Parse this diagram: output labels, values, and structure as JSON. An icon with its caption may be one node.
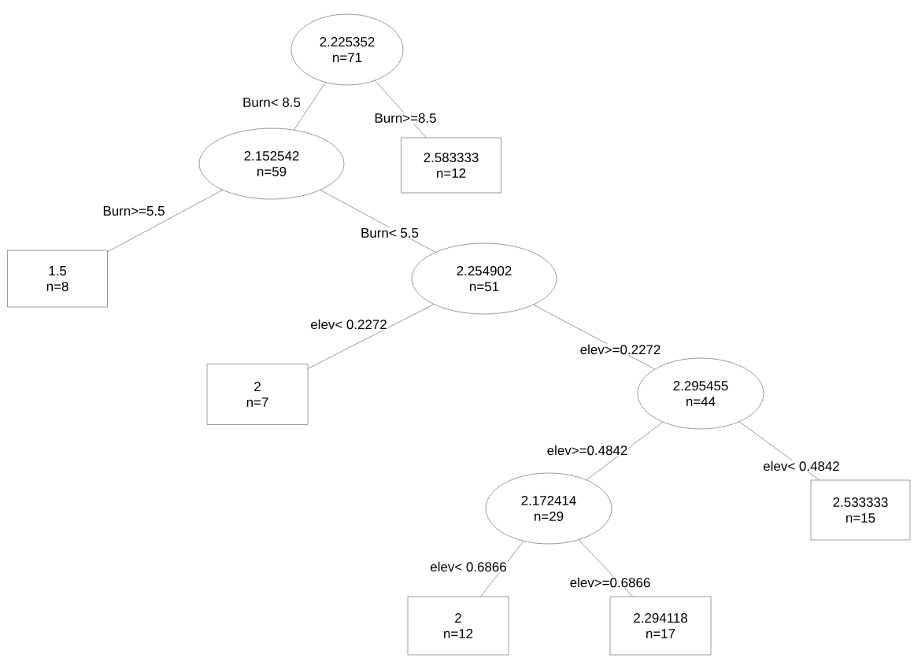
{
  "diagram": {
    "nodes": [
      {
        "text": [
          "2.225352",
          "n=71"
        ]
      },
      {
        "text": [
          "2.152542",
          "n=59"
        ]
      },
      {
        "text": [
          "2.583333",
          "n=12"
        ]
      },
      {
        "text": [
          "1.5",
          "n=8"
        ]
      },
      {
        "text": [
          "2.254902",
          "n=51"
        ]
      },
      {
        "text": [
          "2",
          "n=7"
        ]
      },
      {
        "text": [
          "2.295455",
          "n=44"
        ]
      },
      {
        "text": [
          "2.172414",
          "n=29"
        ]
      },
      {
        "text": [
          "2.533333",
          "n=15"
        ]
      },
      {
        "text": [
          "2",
          "n=12"
        ]
      },
      {
        "text": [
          "2.294118",
          "n=17"
        ]
      }
    ],
    "edges": [
      {
        "from": 0,
        "to": 1,
        "arrow": "none",
        "label": "Burn< 8.5"
      },
      {
        "from": 0,
        "to": 2,
        "arrow": "none",
        "label": "Burn>=8.5"
      },
      {
        "from": 1,
        "to": 3,
        "arrow": "none",
        "label": "Burn>=5.5"
      },
      {
        "from": 1,
        "to": 4,
        "arrow": "none",
        "label": "Burn< 5.5"
      },
      {
        "from": 4,
        "to": 5,
        "arrow": "none",
        "label": "elev< 0.2272"
      },
      {
        "from": 4,
        "to": 6,
        "arrow": "none",
        "label": "elev>=0.2272"
      },
      {
        "from": 6,
        "to": 7,
        "arrow": "none",
        "label": "elev>=0.4842"
      },
      {
        "from": 6,
        "to": 8,
        "arrow": "none",
        "label": "elev< 0.4842"
      },
      {
        "from": 7,
        "to": 9,
        "arrow": "none",
        "label": "elev< 0.6866"
      },
      {
        "from": 7,
        "to": 10,
        "arrow": "none",
        "label": "elev>=0.6866"
      }
    ]
  }
}
